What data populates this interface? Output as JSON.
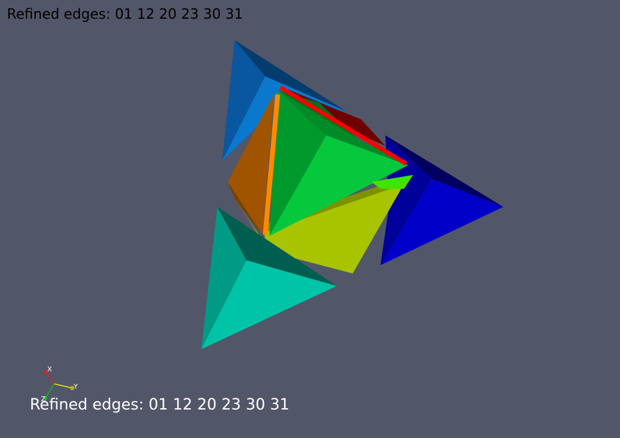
{
  "captions": {
    "top": "Refined edges: 01 12 20 23 30 31",
    "bottom": "Refined edges: 01 12 20 23 30 31"
  },
  "orientation_axes": {
    "x_label": "X",
    "y_label": "Y",
    "z_label": "Z",
    "x_color": "#c8282a",
    "y_color": "#e5e50a",
    "z_color": "#1db31d"
  },
  "colors": {
    "background": "#525669",
    "tetra_light_blue": "#0a78cc",
    "tetra_dark_blue": "#0000c8",
    "tetra_teal": "#00c4a8",
    "tetra_green": "#05c83a",
    "tetra_yellow_green": "#a8c400",
    "tetra_orange": "#a05000",
    "highlight_edge_red": "#ff0000",
    "highlight_edge_orange": "#ff8a00"
  }
}
